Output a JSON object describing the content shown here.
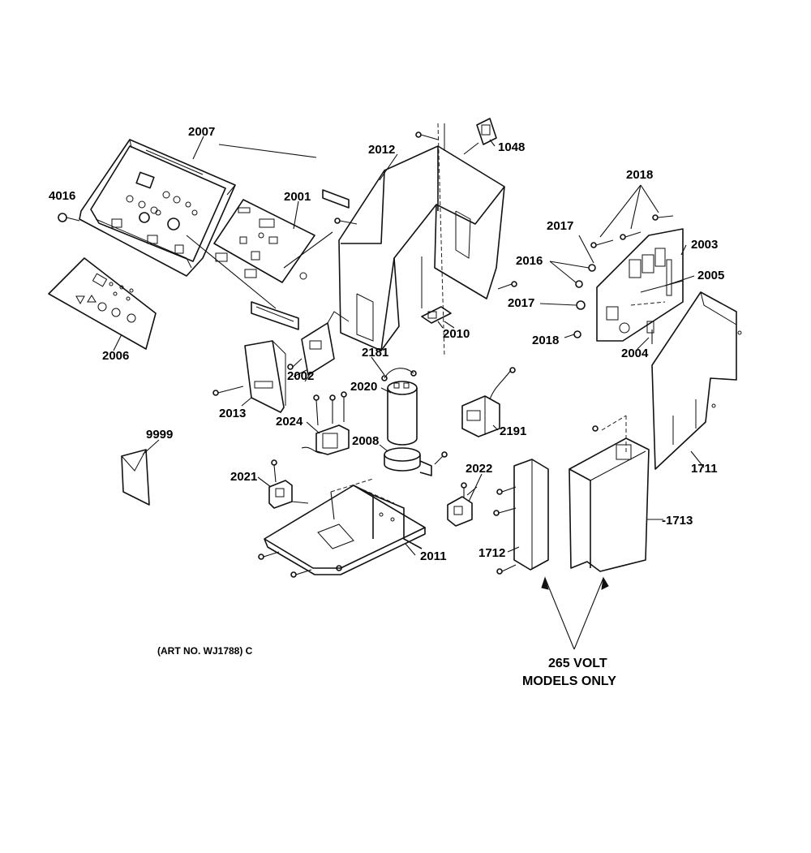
{
  "diagram": {
    "part_labels": {
      "p2007": "2007",
      "p4016": "4016",
      "p2001": "2001",
      "p2006": "2006",
      "p2012": "2012",
      "p1048": "1048",
      "p2018a": "2018",
      "p2017a": "2017",
      "p2003": "2003",
      "p2016": "2016",
      "p2005": "2005",
      "p2017b": "2017",
      "p2018b": "2018",
      "p2004": "2004",
      "p2010": "2010",
      "p2181": "2181",
      "p2020": "2020",
      "p2002": "2002",
      "p2013": "2013",
      "p2024": "2024",
      "p2191": "2191",
      "p9999": "9999",
      "p2008": "2008",
      "p2021": "2021",
      "p2022": "2022",
      "p1711": "1711",
      "p1713": "-1713",
      "p1712": "1712",
      "p2011": "2011"
    },
    "art_number": "(ART NO. WJ1788) C",
    "note_line1": "265 VOLT",
    "note_line2": "MODELS ONLY"
  }
}
